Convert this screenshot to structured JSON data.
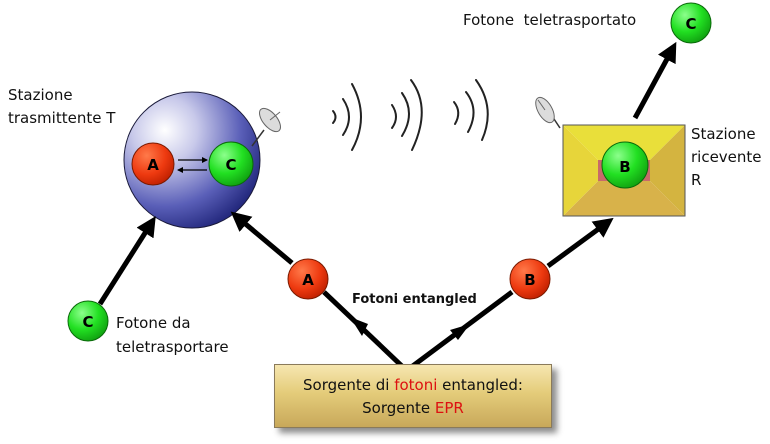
{
  "labels": {
    "station_t": [
      "Stazione",
      "trasmittente T"
    ],
    "station_r": [
      "Stazione",
      "ricevente",
      "R"
    ],
    "photon_teleported": "Fotone  teletrasportato",
    "photon_to_teleport": [
      "Fotone da",
      "teletrasportare"
    ],
    "entangled": "Fotoni entangled"
  },
  "nodes": {
    "a_in_station": "A",
    "c_in_station": "C",
    "b_in_station": "B",
    "a_path": "A",
    "b_path": "B",
    "c_start": "C",
    "c_end": "C"
  },
  "source": {
    "line1_pre": "Sorgente di ",
    "line1_red": "fotoni",
    "line1_post": " entangled:",
    "line2_pre": "Sorgente ",
    "line2_red": "EPR"
  },
  "colors": {
    "photon_a": "#ee3311",
    "photon_b": "#ee3311",
    "photon_c": "#22dd22",
    "station_t": "#3a3f9a",
    "station_r": "#e8d530",
    "source_red": "#dd1111"
  }
}
